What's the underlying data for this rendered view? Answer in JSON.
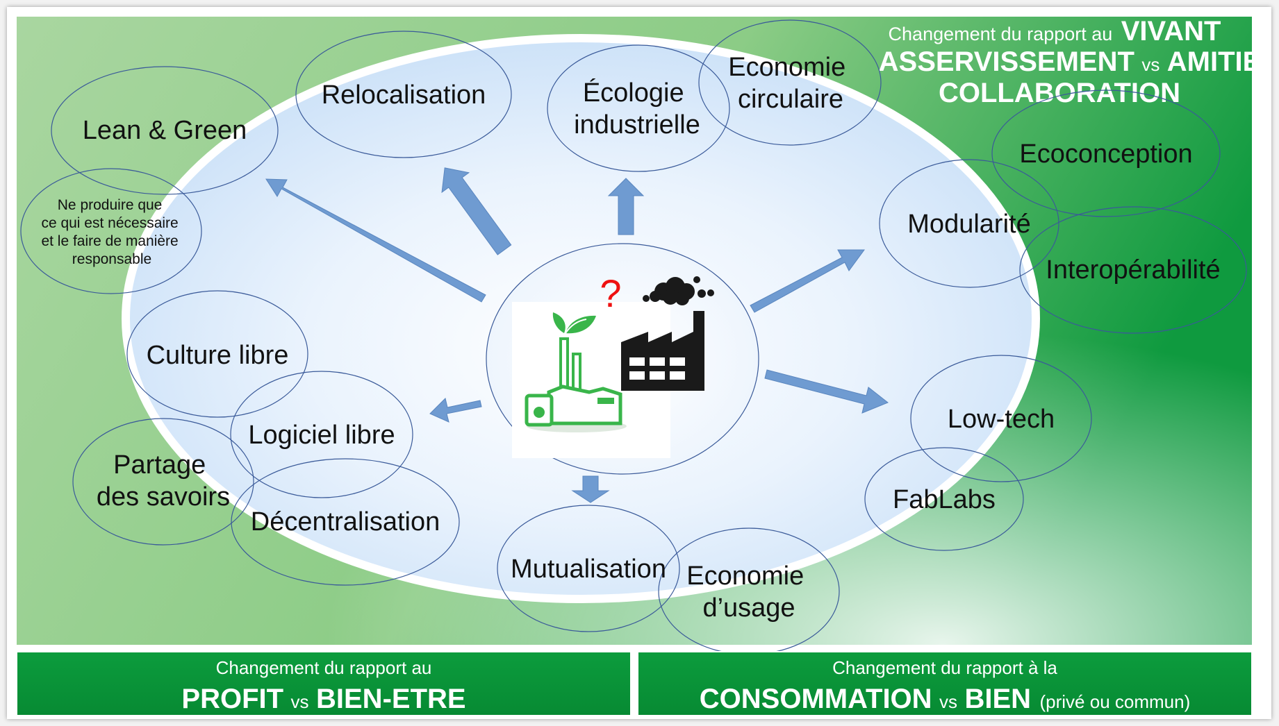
{
  "top_right_title": {
    "line1_prefix": "Changement du rapport au",
    "line1_big": "VIVANT",
    "line2_left": "ASSERVISSEMENT",
    "line2_vs": "vs",
    "line2_right": "AMITIE",
    "line3": "COLLABORATION"
  },
  "bubbles": {
    "lean_green": "Lean & Green",
    "ne_produire": [
      "Ne produire que",
      "ce qui est nécessaire",
      "et le faire de manière",
      "responsable"
    ],
    "relocalisation": "Relocalisation",
    "ecologie": [
      "Écologie",
      "industrielle"
    ],
    "economie_circulaire": [
      "Economie",
      "circulaire"
    ],
    "ecoconception": "Ecoconception",
    "modularite": "Modularité",
    "interoperabilite": "Interopérabilité",
    "culture_libre": "Culture libre",
    "logiciel_libre": "Logiciel libre",
    "partage": [
      "Partage",
      "des savoirs"
    ],
    "decentralisation": "Décentralisation",
    "low_tech": "Low-tech",
    "fablabs": "FabLabs",
    "mutualisation": "Mutualisation",
    "economie_usage": [
      "Economie",
      "d’usage"
    ]
  },
  "center_mark": "?",
  "banner_left": {
    "line1": "Changement du rapport au",
    "big1": "PROFIT",
    "vs": "vs",
    "big2": "BIEN-ETRE"
  },
  "banner_right": {
    "line1": "Changement du rapport à la",
    "big1": "CONSOMMATION",
    "vs": "vs",
    "big2": "BIEN",
    "paren": "(privé ou commun)"
  },
  "colors": {
    "green_dark": "#0a9a3c",
    "green_light": "#a6d49e",
    "arrow": "#6f9bd1",
    "bubble_stroke": "#3a5a99",
    "icon_green": "#39b54a",
    "factory": "#1a1a1a",
    "question": "#e11"
  }
}
